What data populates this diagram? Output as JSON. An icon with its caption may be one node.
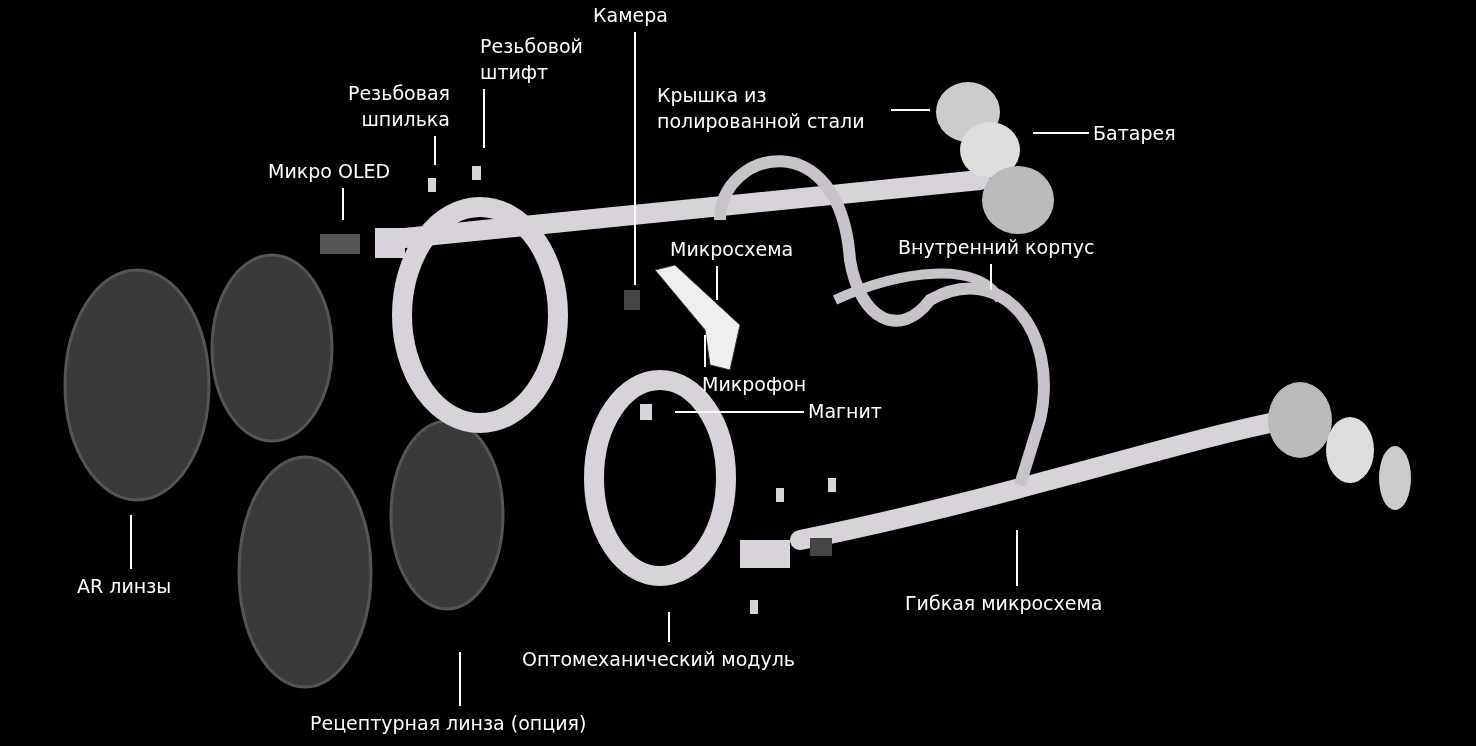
{
  "diagram": {
    "nodes": [
      {
        "text": [
          "Камера"
        ]
      },
      {
        "text": [
          "Резьбовой штифт"
        ]
      },
      {
        "text": [
          "Резьбовая шпилька"
        ]
      },
      {
        "text": [
          "Микро OLED"
        ]
      },
      {
        "text": [
          "Крышка из полированной стали"
        ]
      },
      {
        "text": [
          "Батарея"
        ]
      },
      {
        "text": [
          "Микросхема"
        ]
      },
      {
        "text": [
          "Внутренний корпус"
        ]
      },
      {
        "text": [
          "Микрофон"
        ]
      },
      {
        "text": [
          "Магнит"
        ]
      },
      {
        "text": [
          "AR линзы"
        ]
      },
      {
        "text": [
          "Гибкая микросхема"
        ]
      },
      {
        "text": [
          "Оптомеханический модуль"
        ]
      },
      {
        "text": [
          "Рецептурная линза (опция)"
        ]
      }
    ],
    "edges": [
      {
        "from": 0,
        "to": null,
        "arrow": "none"
      },
      {
        "from": 1,
        "to": null,
        "arrow": "none"
      },
      {
        "from": 2,
        "to": null,
        "arrow": "none"
      },
      {
        "from": 3,
        "to": null,
        "arrow": "none"
      },
      {
        "from": 4,
        "to": null,
        "arrow": "none"
      },
      {
        "from": 5,
        "to": null,
        "arrow": "none"
      },
      {
        "from": 6,
        "to": null,
        "arrow": "none"
      },
      {
        "from": 7,
        "to": null,
        "arrow": "none"
      },
      {
        "from": 8,
        "to": null,
        "arrow": "none"
      },
      {
        "from": 9,
        "to": null,
        "arrow": "none"
      },
      {
        "from": 10,
        "to": null,
        "arrow": "none"
      },
      {
        "from": 11,
        "to": null,
        "arrow": "none"
      },
      {
        "from": 12,
        "to": null,
        "arrow": "none"
      },
      {
        "from": 13,
        "to": null,
        "arrow": "none"
      }
    ]
  }
}
